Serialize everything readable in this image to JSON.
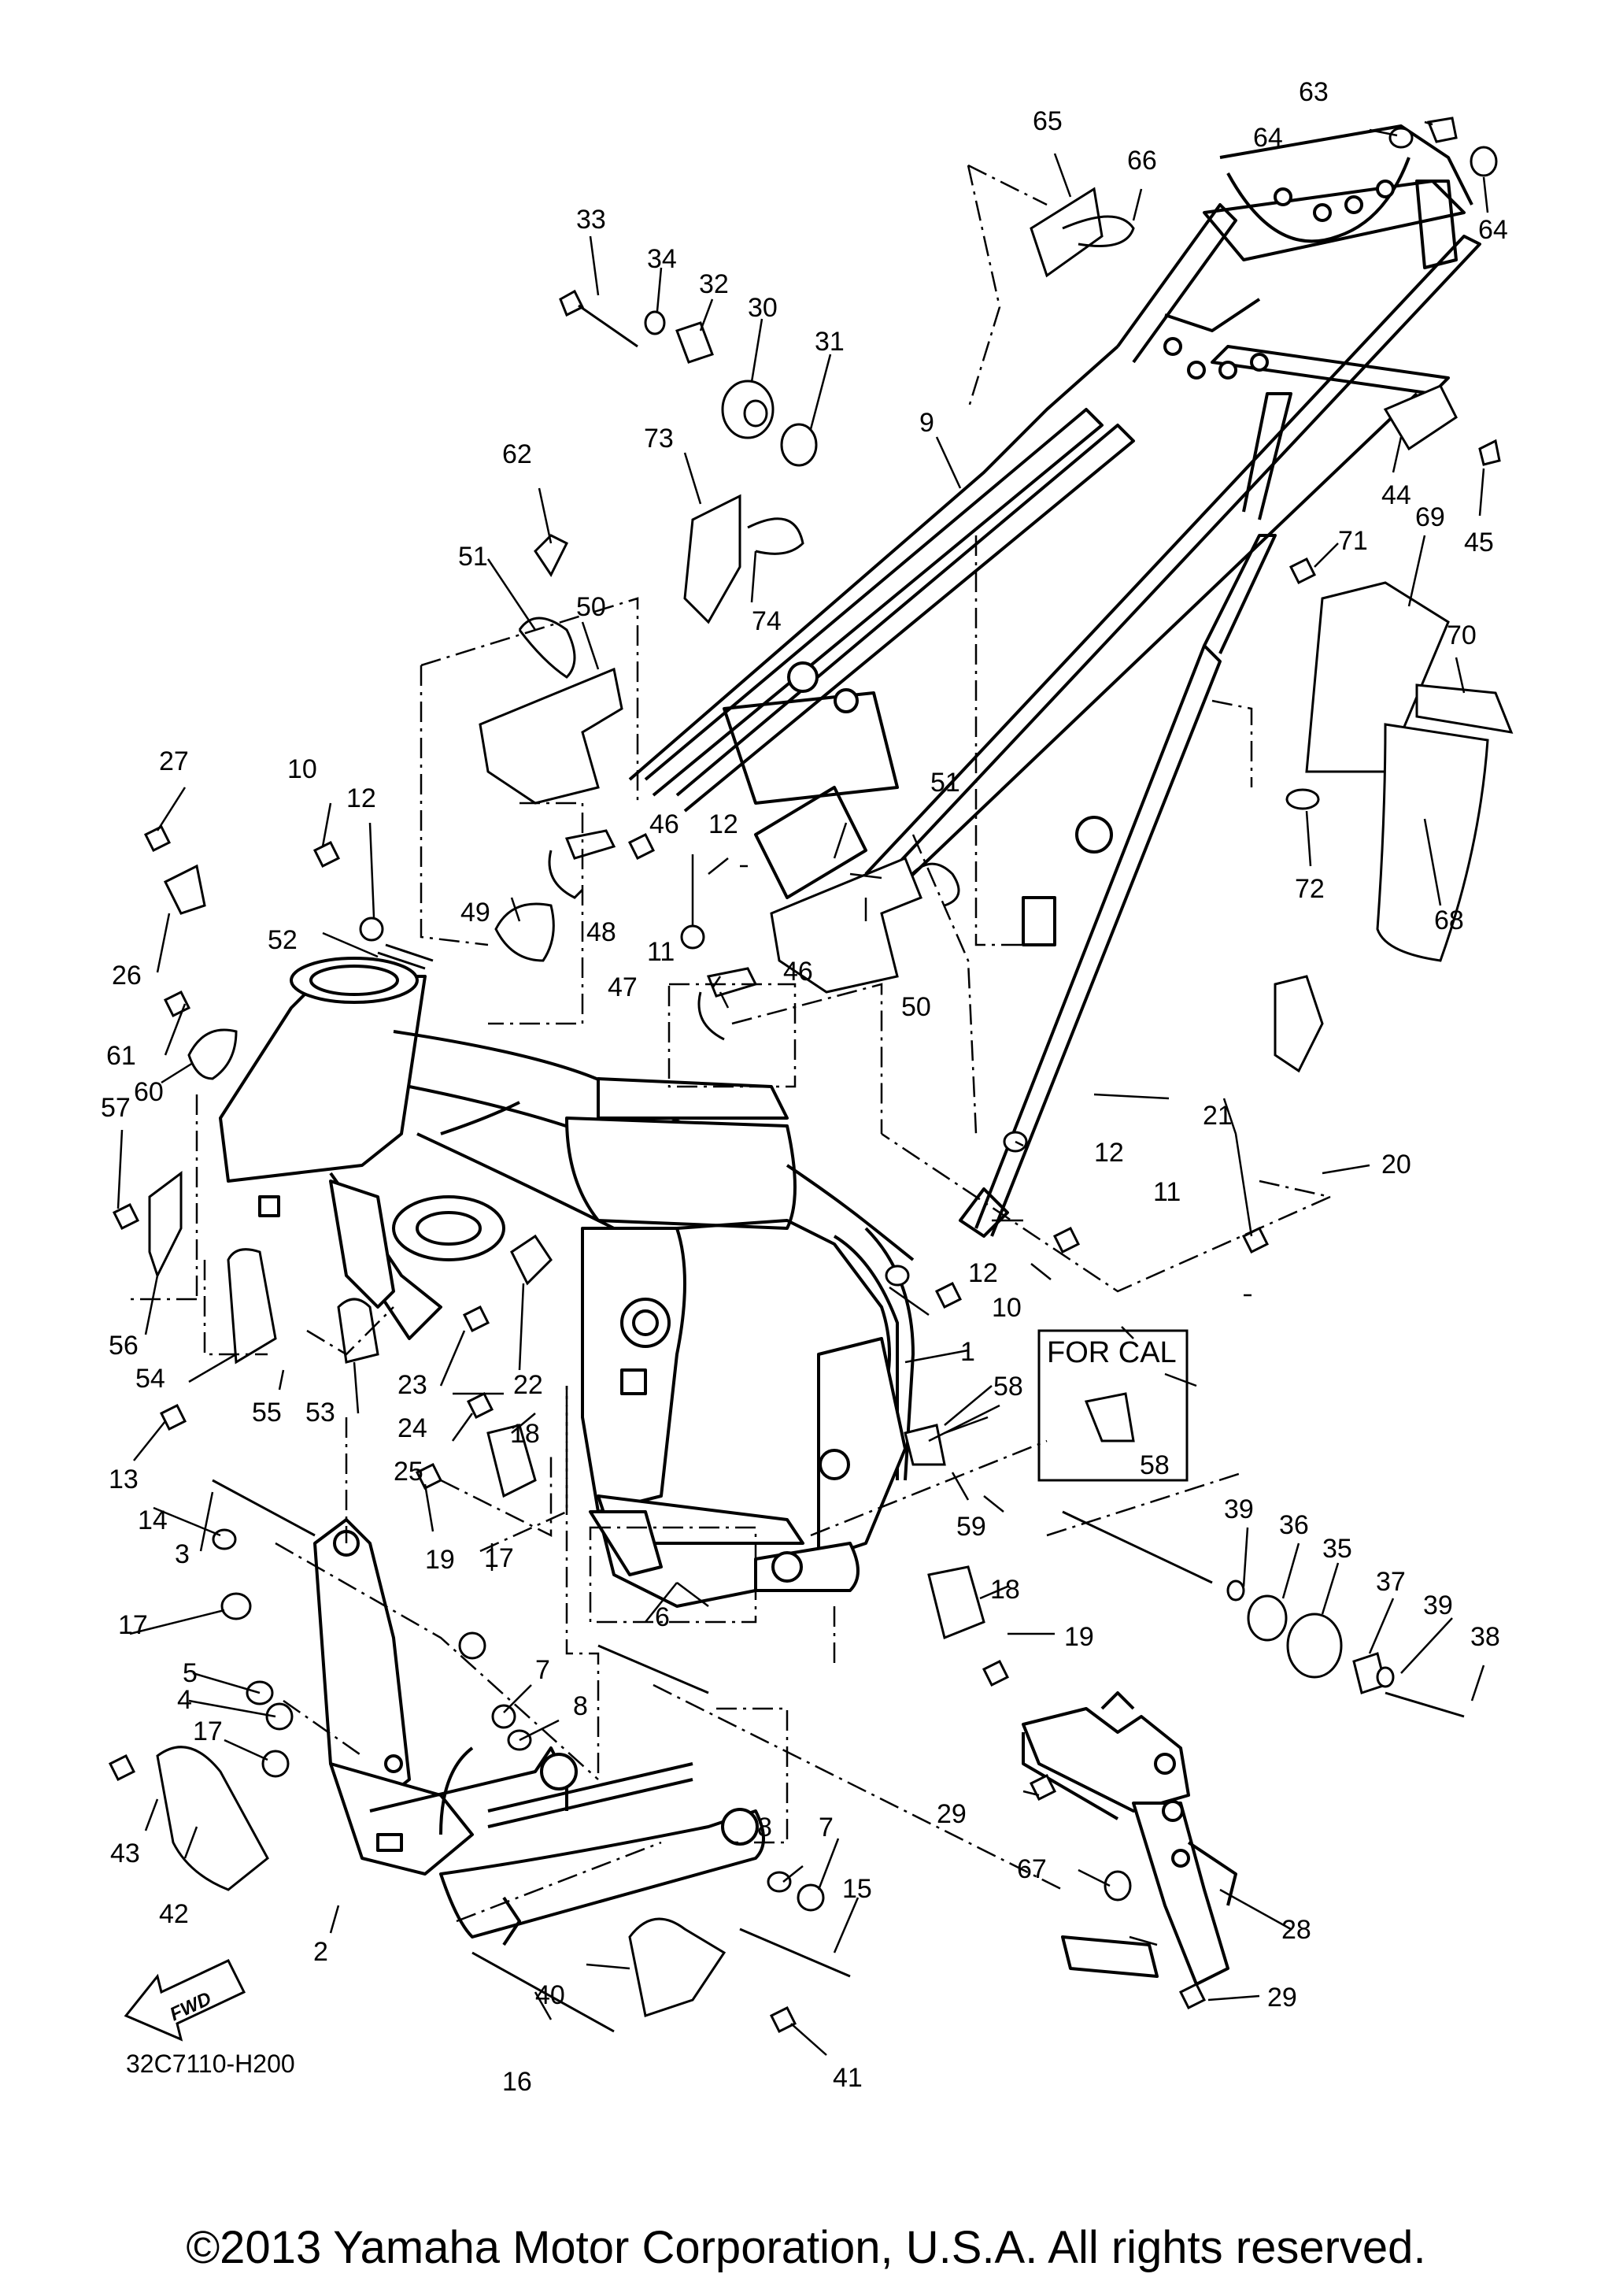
{
  "diagram_code": "32C7110-H200",
  "copyright": "©2013 Yamaha Motor Corporation, U.S.A. All rights reserved.",
  "inset_label": "FOR CAL",
  "fwd_label": "FWD",
  "part_labels": {
    "p1": "1",
    "p2": "2",
    "p3": "3",
    "p4": "4",
    "p5": "5",
    "p6": "6",
    "p7a": "7",
    "p7b": "7",
    "p8a": "8",
    "p8b": "8",
    "p9": "9",
    "p10a": "10",
    "p10b": "10",
    "p11a": "11",
    "p11b": "11",
    "p12a": "12",
    "p12b": "12",
    "p12c": "12",
    "p12d": "12",
    "p13": "13",
    "p14": "14",
    "p15": "15",
    "p16": "16",
    "p17a": "17",
    "p17b": "17",
    "p17c": "17",
    "p18a": "18",
    "p18b": "18",
    "p19a": "19",
    "p19b": "19",
    "p20": "20",
    "p21": "21",
    "p22": "22",
    "p23": "23",
    "p24": "24",
    "p25": "25",
    "p26": "26",
    "p27": "27",
    "p28": "28",
    "p29a": "29",
    "p29b": "29",
    "p30": "30",
    "p31": "31",
    "p32": "32",
    "p33": "33",
    "p34": "34",
    "p35": "35",
    "p36": "36",
    "p37": "37",
    "p38": "38",
    "p39a": "39",
    "p39b": "39",
    "p40": "40",
    "p41": "41",
    "p42": "42",
    "p43": "43",
    "p44": "44",
    "p45": "45",
    "p46a": "46",
    "p46b": "46",
    "p47": "47",
    "p48": "48",
    "p49": "49",
    "p50a": "50",
    "p50b": "50",
    "p51a": "51",
    "p51b": "51",
    "p52": "52",
    "p53": "53",
    "p54": "54",
    "p55": "55",
    "p56": "56",
    "p57": "57",
    "p58a": "58",
    "p58b": "58",
    "p59": "59",
    "p60": "60",
    "p61": "61",
    "p62": "62",
    "p63": "63",
    "p64a": "64",
    "p64b": "64",
    "p65": "65",
    "p66": "66",
    "p67": "67",
    "p68": "68",
    "p69": "69",
    "p70": "70",
    "p71": "71",
    "p72": "72",
    "p73": "73",
    "p74": "74"
  }
}
